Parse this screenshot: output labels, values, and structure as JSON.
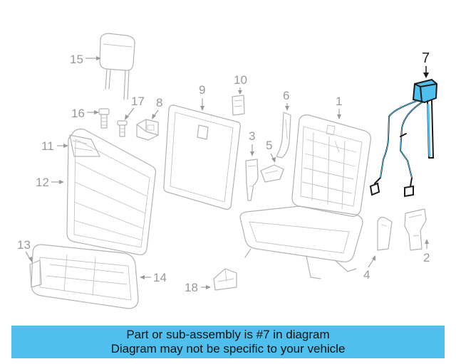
{
  "diagram": {
    "highlight_color": "#4fc0ee",
    "callouts": {
      "c1": "1",
      "c2": "2",
      "c3": "3",
      "c4": "4",
      "c5": "5",
      "c6": "6",
      "c7": "7",
      "c8": "8",
      "c9": "9",
      "c10": "10",
      "c11": "11",
      "c12": "12",
      "c13": "13",
      "c14": "14",
      "c15": "15",
      "c16": "16",
      "c17": "17",
      "c18": "18"
    }
  },
  "banner": {
    "line1": "Part or sub-assembly is #7 in diagram",
    "line2": "Diagram may not be specific to your vehicle"
  }
}
